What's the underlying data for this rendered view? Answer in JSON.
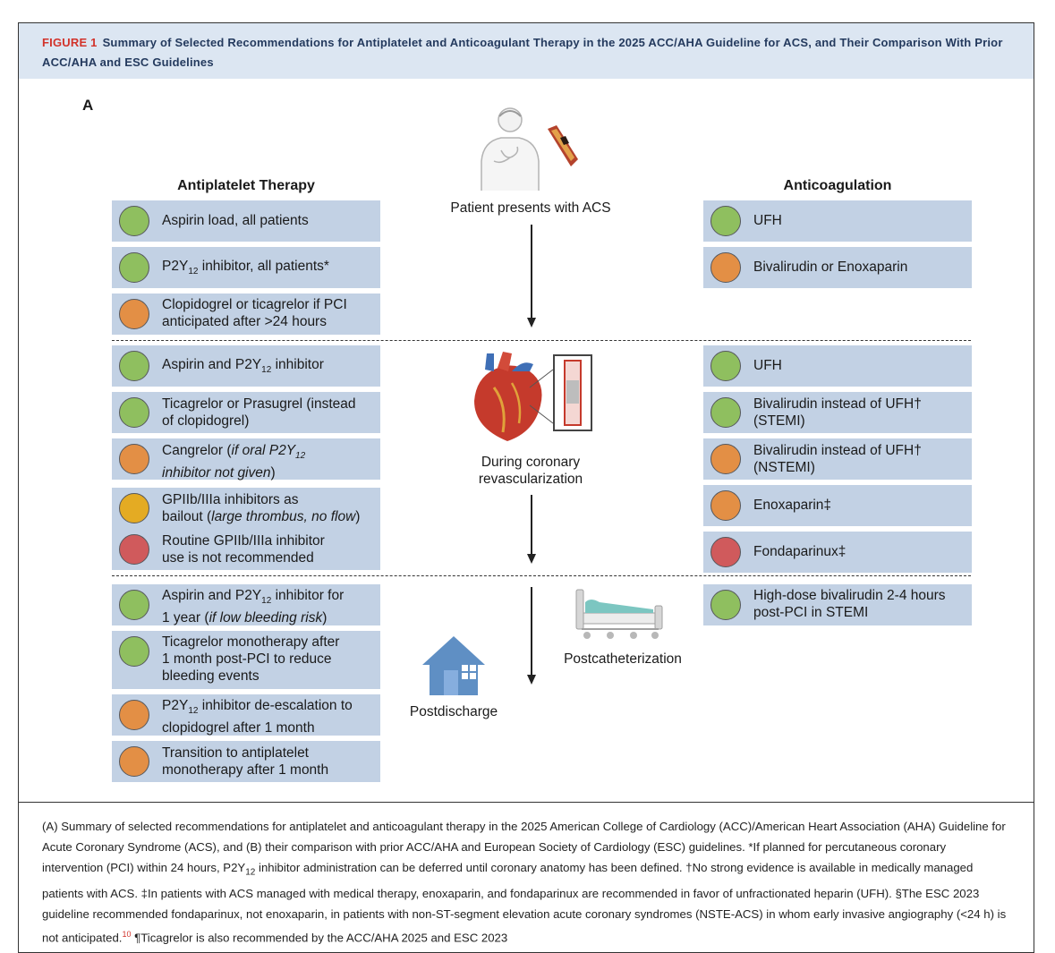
{
  "figure": {
    "label": "FIGURE 1",
    "title": "Summary of Selected Recommendations for Antiplatelet and Anticoagulant Therapy in the 2025 ACC/AHA Guideline for ACS, and Their Comparison With Prior ACC/AHA and ESC Guidelines",
    "panel": "A"
  },
  "columns": {
    "antiplatelet": "Antiplatelet Therapy",
    "anticoagulation": "Anticoagulation"
  },
  "stages": {
    "presentation": "Patient presents with ACS",
    "revascularization_line1": "During coronary",
    "revascularization_line2": "revascularization",
    "postcath": "Postcatheterization",
    "postdischarge": "Postdischarge"
  },
  "icon_names": [
    "patient-icon",
    "artery-icon",
    "heart-icon",
    "stent-icon",
    "hospital-bed-icon",
    "house-icon"
  ],
  "colors": {
    "green": "#8fbf5f",
    "orange": "#e38f45",
    "yellow": "#e4ab23",
    "red": "#d05a5c",
    "box": "#c2d1e4",
    "header": "#dce6f2"
  },
  "antiplatelet": {
    "p1": "Aspirin load, all patients",
    "p2_pre": "P2Y",
    "p2_sub": "12",
    "p2_post": " inhibitor, all patients*",
    "p3_l1": "Clopidogrel or ticagrelor if PCI",
    "p3_l2": "anticipated after >24 hours",
    "r1_pre": "Aspirin and P2Y",
    "r1_sub": "12",
    "r1_post": " inhibitor",
    "r2_l1": "Ticagrelor or Prasugrel (instead",
    "r2_l2": "of clopidogrel)",
    "r3_pre": "Cangrelor (",
    "r3_it": "if oral P2Y",
    "r3_sub": "12",
    "r3_l2": "inhibitor not given",
    "r3_close": ")",
    "r4_l1": "GPIIb/IIIa inhibitors as",
    "r4_l2a": "bailout (",
    "r4_l2it": "large thrombus, no flow",
    "r4_l2b": ")",
    "r5_l1": "Routine GPIIb/IIIa inhibitor",
    "r5_l2": "use is not recommended",
    "d1_pre": "Aspirin and P2Y",
    "d1_sub": "12",
    "d1_post": " inhibitor for",
    "d1_l2a": "1 year (",
    "d1_l2it": "if low bleeding risk",
    "d1_l2b": ")",
    "d2_l1": "Ticagrelor monotherapy after",
    "d2_l2": "1 month post-PCI to reduce",
    "d2_l3": "bleeding events",
    "d3_pre": "P2Y",
    "d3_sub": "12",
    "d3_post": " inhibitor de-escalation to",
    "d3_l2": "clopidogrel after 1 month",
    "d4_l1": "Transition to antiplatelet",
    "d4_l2": "monotherapy after 1 month"
  },
  "anticoagulation": {
    "p1": "UFH",
    "p2": "Bivalirudin or Enoxaparin",
    "r1": "UFH",
    "r2_l1": "Bivalirudin instead of UFH†",
    "r2_l2": "(STEMI)",
    "r3_l1": "Bivalirudin instead of UFH†",
    "r3_l2": "(NSTEMI)",
    "r4": "Enoxaparin‡",
    "r5": "Fondaparinux‡",
    "d1_l1": "High-dose bivalirudin 2-4 hours",
    "d1_l2": "post-PCI in STEMI"
  },
  "caption": {
    "s1": "(A) Summary of selected recommendations for antiplatelet and anticoagulant therapy in the 2025 American College of Cardiology (ACC)/American Heart Association (AHA) Guideline for Acute Coronary Syndrome (ACS), and (B) their comparison with prior ACC/AHA and European Society of Cardiology (ESC) guidelines. *If planned for percutaneous coronary intervention (PCI) within 24 hours, P2Y",
    "s1_sub": "12",
    "s2": " inhibitor administration can be deferred until coronary anatomy has been defined. †No strong evidence is available in medically managed patients with ACS. ‡In patients with ACS managed with medical therapy, enoxaparin, and fondaparinux are recommended in favor of unfractionated heparin (UFH). §The ESC 2023 guideline recommended fondaparinux, not enoxaparin, in patients with non-ST-segment elevation acute coronary syndromes (NSTE-ACS) in whom early invasive angiography (<24 h) is not anticipated.",
    "ref": "10",
    "s3": " ¶Ticagrelor is also recommended by the ACC/AHA 2025 and ESC 2023"
  }
}
